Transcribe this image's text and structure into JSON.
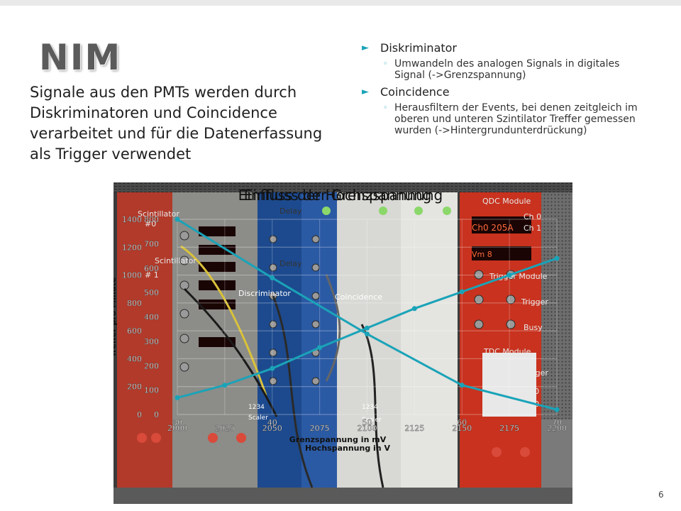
{
  "slide": {
    "title": "NIM",
    "intro": "Signale aus den PMTs werden durch Diskriminatoren und Coincidence verarbeitet und für die Datenerfassung als Trigger verwendet",
    "page_number": "6"
  },
  "bullets": [
    {
      "label": "Diskriminator",
      "sub": [
        "Umwandeln des analogen Signals in digitales Signal (->Grenzspannung)"
      ]
    },
    {
      "label": "Coincidence",
      "sub": [
        "Herausfiltern der Events, bei denen zeitgleich im oberen und unteren Szintilator Treffer gemessen wurden (->Hintergrundunterdrückung)"
      ]
    }
  ],
  "photo": {
    "labels": {
      "scintillator1": "Scintillator",
      "scintillator1_idx": "#0",
      "scintillator2": "Scintillator",
      "scintillator2_idx": "# 1",
      "delay1": "Delay",
      "delay2": "Delay",
      "discriminator": "Discriminator",
      "coincidence": "Coincidence",
      "ch0_top": "Ch 0",
      "ch0_mid": "Ch 0",
      "ch0_low": "Ch 0",
      "ch1": "Ch 1",
      "trigger_module": "Trigger Module",
      "trigger1": "Trigger",
      "trigger2": "Trigger",
      "busy": "Busy",
      "tdc_module": "TDC Module",
      "qdc_module": "QDC Module",
      "scaler_readout": "1234",
      "scaler_label": "Scaler",
      "scaler_left_readout": "1234",
      "scaler_left_label": "Scaler",
      "display_top": "Ch0 205A",
      "display_bottom": "Vm  8"
    }
  },
  "colors": {
    "accent": "#1aa3b8",
    "nim_red": "#c8321e",
    "nim_blue": "#1e4a8c",
    "nim_white": "#d6d6d2"
  },
  "chart_data": [
    {
      "type": "line",
      "title": "Einfluss der Hochspannung",
      "xlabel": "Hochspannung in V",
      "ylabel": "Treffer pro Minute",
      "x": [
        2000,
        2025,
        2050,
        2075,
        2100,
        2125,
        2150,
        2175,
        2200
      ],
      "series": [
        {
          "values": [
            120,
            210,
            330,
            480,
            620,
            760,
            880,
            1000,
            1120
          ]
        }
      ],
      "xlim": [
        2000,
        2200
      ],
      "ylim": [
        0,
        1400
      ],
      "yticks": [
        0,
        200,
        400,
        600,
        800,
        1000,
        1200,
        1400
      ],
      "xticks": [
        2000,
        2025,
        2050,
        2075,
        2100,
        2125,
        2150,
        2175,
        2200
      ],
      "grid": true
    },
    {
      "type": "line",
      "title": "Einfluss der Grenzspannung",
      "xlabel": "Grenzspannung in mV",
      "ylabel": "Treffer pro Minute",
      "x": [
        30,
        40,
        50,
        60,
        70
      ],
      "series": [
        {
          "values": [
            800,
            560,
            330,
            120,
            20
          ]
        }
      ],
      "xlim": [
        30,
        70
      ],
      "ylim": [
        0,
        800
      ],
      "yticks": [
        0,
        100,
        200,
        300,
        400,
        500,
        600,
        700,
        800
      ],
      "xticks": [
        30,
        40,
        50,
        60,
        70
      ],
      "grid": true
    }
  ]
}
